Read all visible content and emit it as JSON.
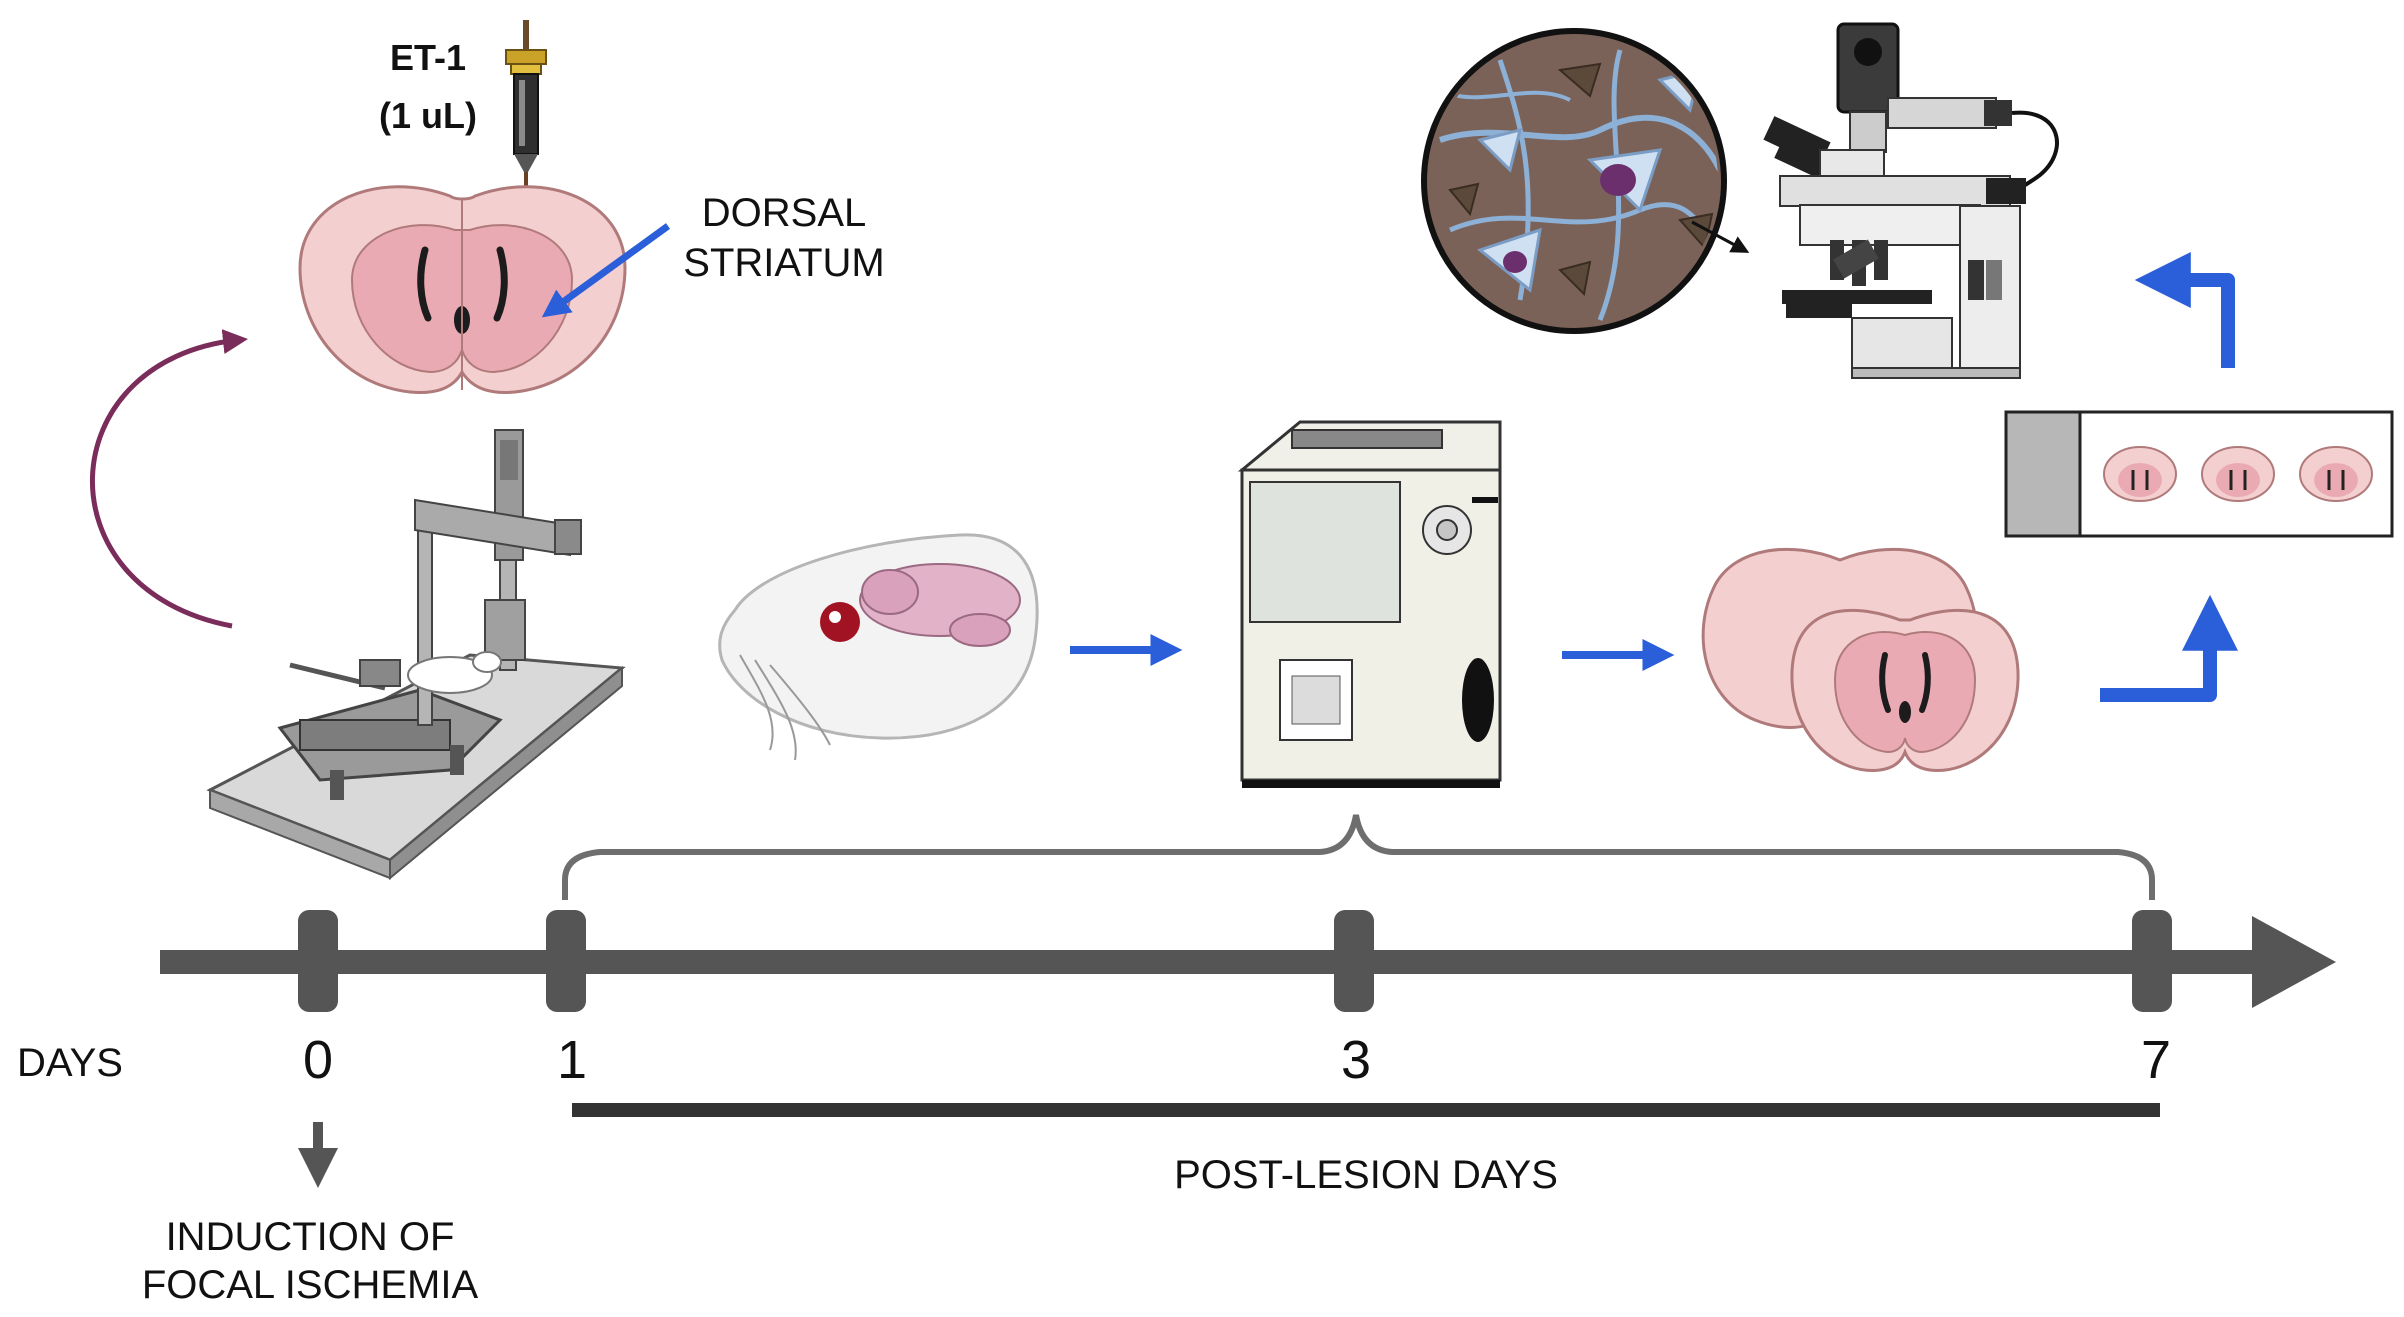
{
  "injection": {
    "agent": "ET-1",
    "volume": "(1 uL)"
  },
  "target": {
    "line1": "DORSAL",
    "line2": "STRIATUM"
  },
  "timeline": {
    "axis_label": "DAYS",
    "ticks": [
      "0",
      "1",
      "3",
      "7"
    ],
    "range_label": "POST-LESION DAYS"
  },
  "induction": {
    "line1": "INDUCTION OF",
    "line2": "FOCAL ISCHEMIA"
  },
  "colors": {
    "flow_arrow": "#2b5fd9",
    "timeline": "#555555",
    "curved_arrow": "#7a2c5a",
    "brain_outer": "#f4cfcf",
    "brain_inner": "#eaaab4"
  },
  "icons": [
    "hamilton-syringe-icon",
    "coronal-brain-icon",
    "stereotaxic-frame-icon",
    "rat-with-brain-icon",
    "cryostat-icon",
    "brain-sections-icon",
    "microscope-slide-icon",
    "microscope-icon",
    "neuron-magnification-icon"
  ]
}
